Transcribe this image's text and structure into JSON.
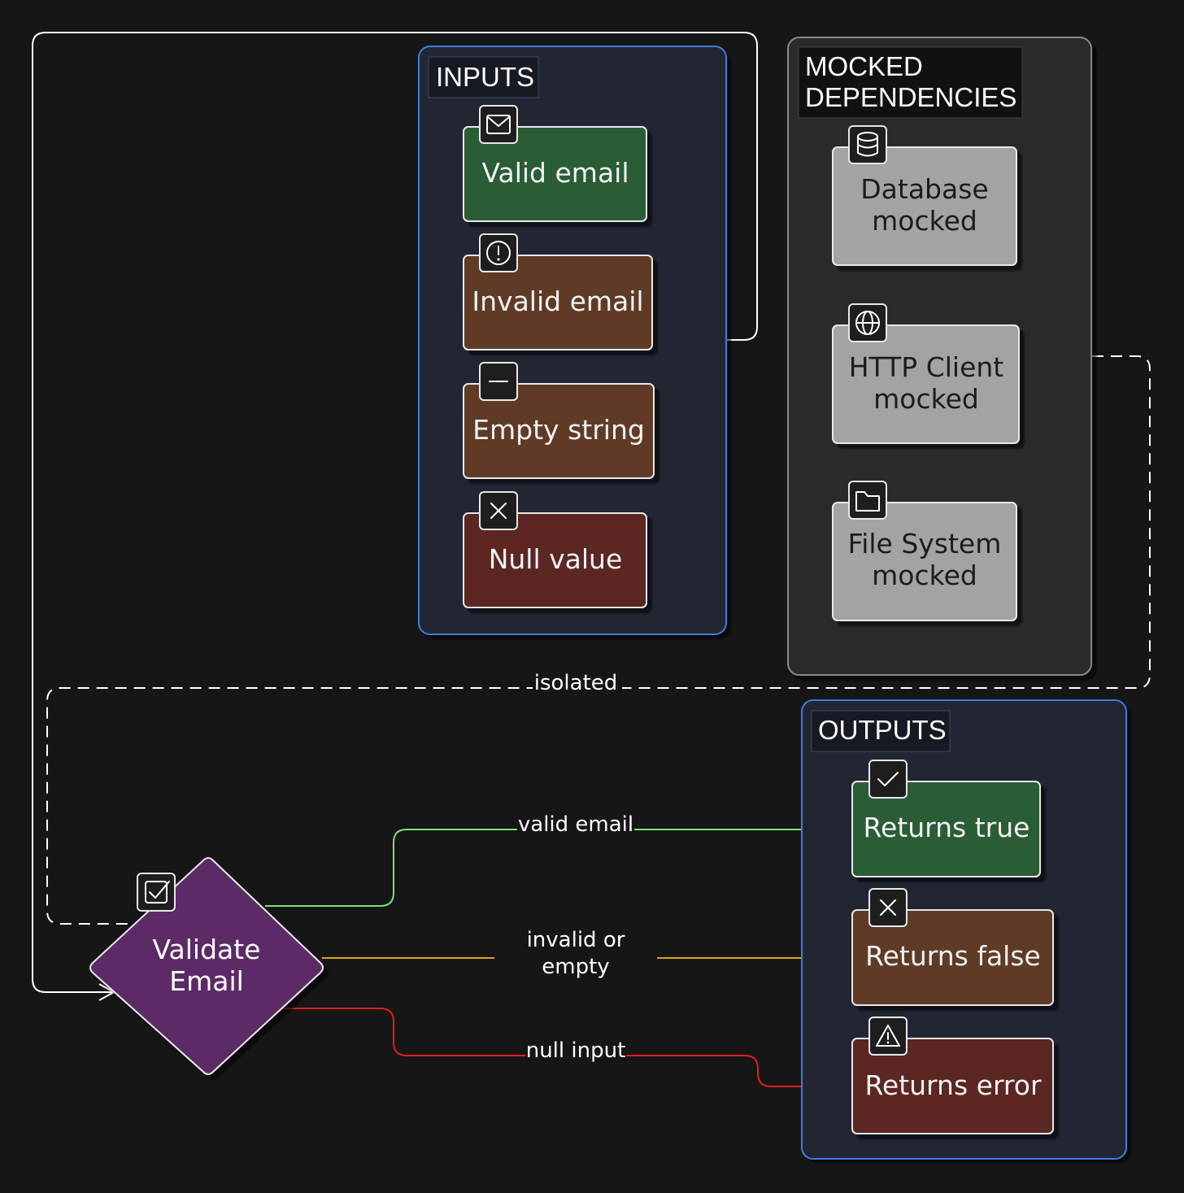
{
  "colors": {
    "background": "#161616",
    "group_panel": "#232830",
    "group_border_blue": "#3d7de0",
    "mocked_panel": "#2b2b2b",
    "node_green": "#2a5c36",
    "node_brown": "#5f3a25",
    "node_red": "#5c2824",
    "node_gray": "#a3a3a3",
    "decision_purple": "#5b2966",
    "edge_valid": "#7de07d",
    "edge_invalid": "#e0a020",
    "edge_null": "#e01e1e",
    "edge_default": "#ffffff"
  },
  "groups": {
    "inputs": {
      "title": "INPUTS"
    },
    "mocked": {
      "title_line1": "MOCKED",
      "title_line2": "DEPENDENCIES"
    },
    "outputs": {
      "title": "OUTPUTS"
    }
  },
  "nodes": {
    "valid_email": {
      "label": "Valid email",
      "icon": "mail-icon"
    },
    "invalid_email": {
      "label": "Invalid email",
      "icon": "alert-circle-icon"
    },
    "empty_string": {
      "label": "Empty string",
      "icon": "minus-icon"
    },
    "null_value": {
      "label": "Null value",
      "icon": "x-icon"
    },
    "database": {
      "line1": "Database",
      "line2": "mocked",
      "icon": "database-icon"
    },
    "http_client": {
      "line1": "HTTP Client",
      "line2": "mocked",
      "icon": "globe-icon"
    },
    "file_system": {
      "line1": "File System",
      "line2": "mocked",
      "icon": "folder-icon"
    },
    "validate": {
      "line1": "Validate",
      "line2": "Email",
      "icon": "check-square-icon"
    },
    "returns_true": {
      "label": "Returns true",
      "icon": "check-icon"
    },
    "returns_false": {
      "label": "Returns false",
      "icon": "x-icon"
    },
    "returns_error": {
      "label": "Returns error",
      "icon": "warning-icon"
    }
  },
  "edges": {
    "isolated": "isolated",
    "valid": "valid email",
    "invalid_line1": "invalid or",
    "invalid_line2": "empty",
    "null": "null input"
  }
}
